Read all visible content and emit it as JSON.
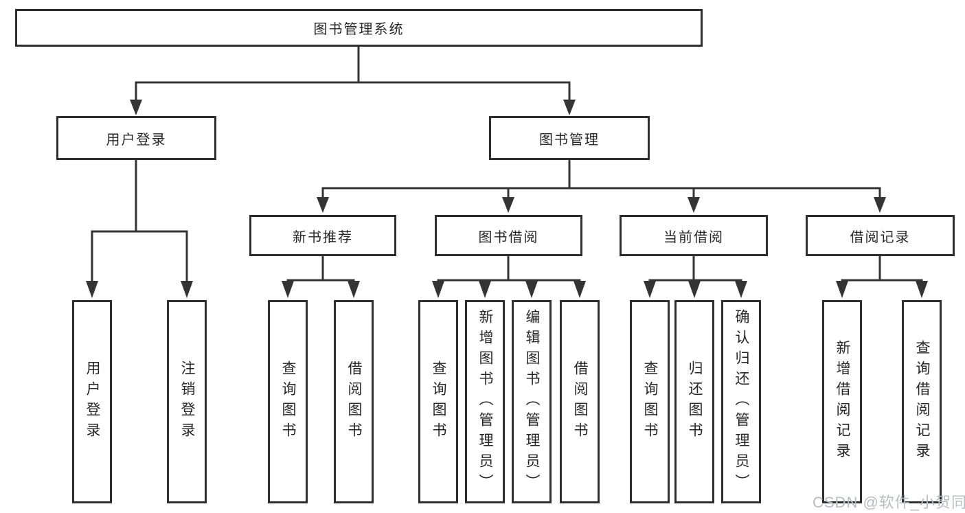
{
  "tree": {
    "root": {
      "label": "图书管理系统",
      "children": [
        {
          "label": "用户登录",
          "children": [
            {
              "label": "用户登录"
            },
            {
              "label": "注销登录"
            }
          ]
        },
        {
          "label": "图书管理",
          "children": [
            {
              "label": "新书推荐",
              "children": [
                {
                  "label": "查询图书"
                },
                {
                  "label": "借阅图书"
                }
              ]
            },
            {
              "label": "图书借阅",
              "children": [
                {
                  "label": "查询图书"
                },
                {
                  "label": "新增图书（管理员）"
                },
                {
                  "label": "编辑图书（管理员）"
                },
                {
                  "label": "借阅图书"
                }
              ]
            },
            {
              "label": "当前借阅",
              "children": [
                {
                  "label": "查询图书"
                },
                {
                  "label": "归还图书"
                },
                {
                  "label": "确认归还（管理员）"
                }
              ]
            },
            {
              "label": "借阅记录",
              "children": [
                {
                  "label": "新增借阅记录"
                },
                {
                  "label": "查询借阅记录"
                }
              ]
            }
          ]
        }
      ]
    }
  },
  "watermark": {
    "text": "CSDN @软件_小贺同学"
  },
  "colors": {
    "box_border": "#2e2e2e",
    "connector": "#343434",
    "text": "#262626",
    "watermark": "#b9bcc2",
    "background": "#ffffff"
  }
}
